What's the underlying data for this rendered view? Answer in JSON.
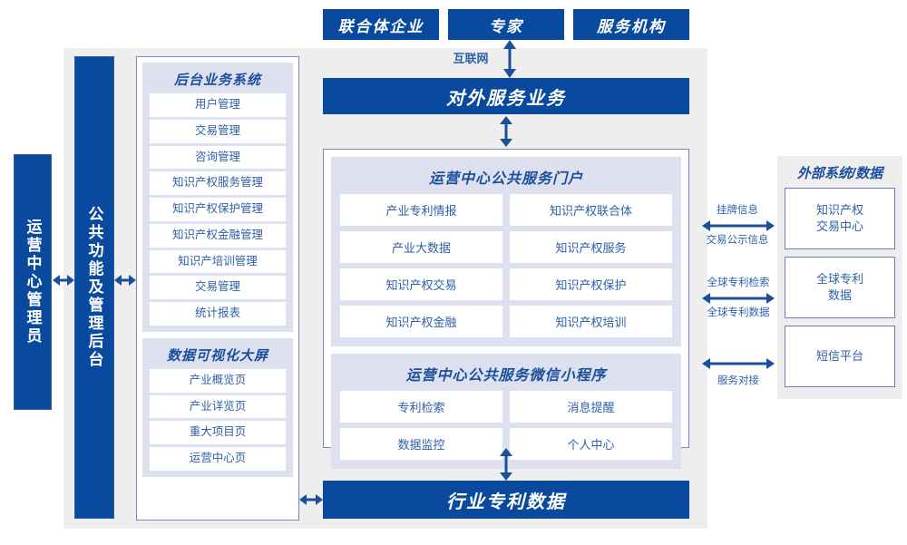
{
  "top_actors": [
    {
      "label": "联合体企业"
    },
    {
      "label": "专家"
    },
    {
      "label": "服务机构"
    }
  ],
  "internet_label": "互联网",
  "left_actor": {
    "label": "运营中心管理员"
  },
  "admin_bar": {
    "label": "公共功能及管理后台"
  },
  "left_column": {
    "groups": [
      {
        "title": "后台业务系统",
        "items": [
          "用户管理",
          "交易管理",
          "咨询管理",
          "知识产权服务管理",
          "知识产权保护管理",
          "知识产权金融管理",
          "知识产培训管理",
          "交易管理",
          "统计报表"
        ]
      },
      {
        "title": "数据可视化大屏",
        "items": [
          "产业概览页",
          "产业详览页",
          "重大项目页",
          "运营中心页"
        ]
      }
    ]
  },
  "center": {
    "service_bar": "对外服务业务",
    "groups": [
      {
        "title": "运营中心公共服务门户",
        "items": [
          "产业专利情报",
          "知识产权联合体",
          "产业大数据",
          "知识产权服务",
          "知识产权交易",
          "知识产权保护",
          "知识产权金融",
          "知识产权培训"
        ]
      },
      {
        "title": "运营中心公共服务微信小程序",
        "items": [
          "专利检索",
          "消息提醒",
          "数据监控",
          "个人中心"
        ]
      }
    ],
    "data_bar": "行业专利数据"
  },
  "external": {
    "title": "外部系统/数据",
    "boxes": [
      {
        "label": "知识产权\n交易中心"
      },
      {
        "label": "全球专利\n数据"
      },
      {
        "label": "短信平台"
      }
    ],
    "connections": [
      {
        "top": "挂牌信息",
        "bottom": "交易公示信息"
      },
      {
        "top": "全球专利检索",
        "bottom": "全球专利数据"
      },
      {
        "top": "",
        "bottom": "服务对接"
      }
    ]
  },
  "colors": {
    "brand_blue": "#0a4a9e",
    "text_blue": "#2e5fa8",
    "title_blue": "#1b4f9c",
    "panel_grey": "#eeeeee",
    "group_lavender": "#dde0ef",
    "border_violet": "#7b86b8"
  }
}
